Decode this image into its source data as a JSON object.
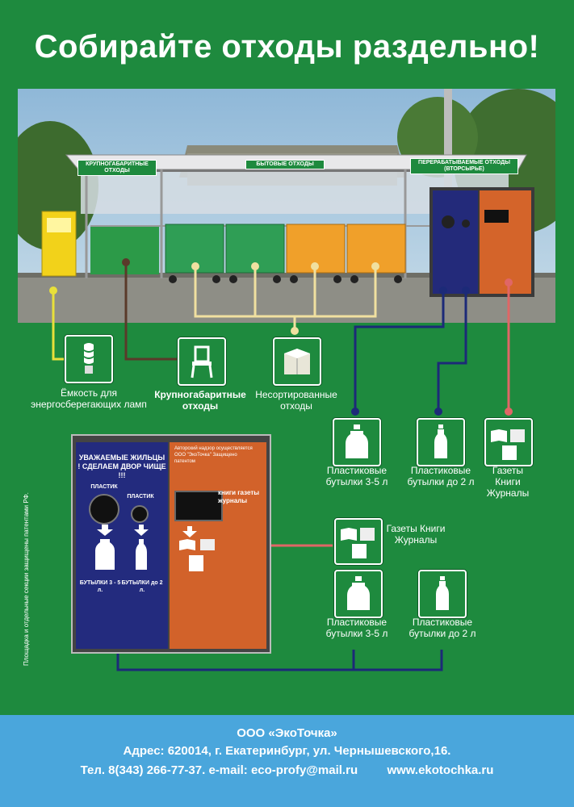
{
  "title": "Собирайте отходы раздельно!",
  "photo": {
    "sign_bulky": "КРУПНОГАБАРИТНЫЕ ОТХОДЫ",
    "sign_household": "БЫТОВЫЕ ОТХОДЫ",
    "sign_recyclable": "ПЕРЕРАБАТЫВАЕМЫЕ ОТХОДЫ (ВТОРСЫРЬЕ)"
  },
  "categories": {
    "lamps": "Ёмкость для энергосберегающих ламп",
    "bulky": "Крупногабаритные отходы",
    "unsorted": "Несортированные отходы",
    "plastic_large": "Пластиковые бутылки 3-5 л",
    "plastic_small": "Пластиковые бутылки до 2 л",
    "paper": "Газеты Книги Журналы"
  },
  "machine": {
    "header": "УВАЖАЕМЫЕ ЖИЛЬЦЫ ! СДЕЛАЕМ ДВОР ЧИЩЕ !!!",
    "plastic_label": "ПЛАСТИК",
    "bottles_large": "БУТЫЛКИ 3 - 5 л.",
    "bottles_small": "БУТЫЛКИ до 2 л.",
    "notice": "Авторский надзор осуществляется ООО \"ЭкоТочка\" Защищено патентом",
    "paper": "книги газеты журналы"
  },
  "side_note": "Площадка и отдельные секции защищены патентами РФ.",
  "footer": {
    "company": "ООО «ЭкоТочка»",
    "address": "Адрес: 620014, г. Екатеринбург, ул. Чернышевского,16.",
    "phone": "Тел. 8(343) 266-77-37.",
    "email": "e-mail: eco-profy@mail.ru",
    "site": "www.ekotochka.ru"
  },
  "colors": {
    "background": "#1e8a3e",
    "footer": "#4aa6dc",
    "line_yellow": "#e8e03a",
    "line_navy": "#1c2a78",
    "line_brown": "#5a3a2a",
    "line_pink": "#e06666",
    "line_beige": "#f0e0a0"
  },
  "icons": [
    "lamp-icon",
    "chair-icon",
    "box-icon",
    "bottle-large-icon",
    "bottle-small-icon",
    "paper-icon"
  ]
}
